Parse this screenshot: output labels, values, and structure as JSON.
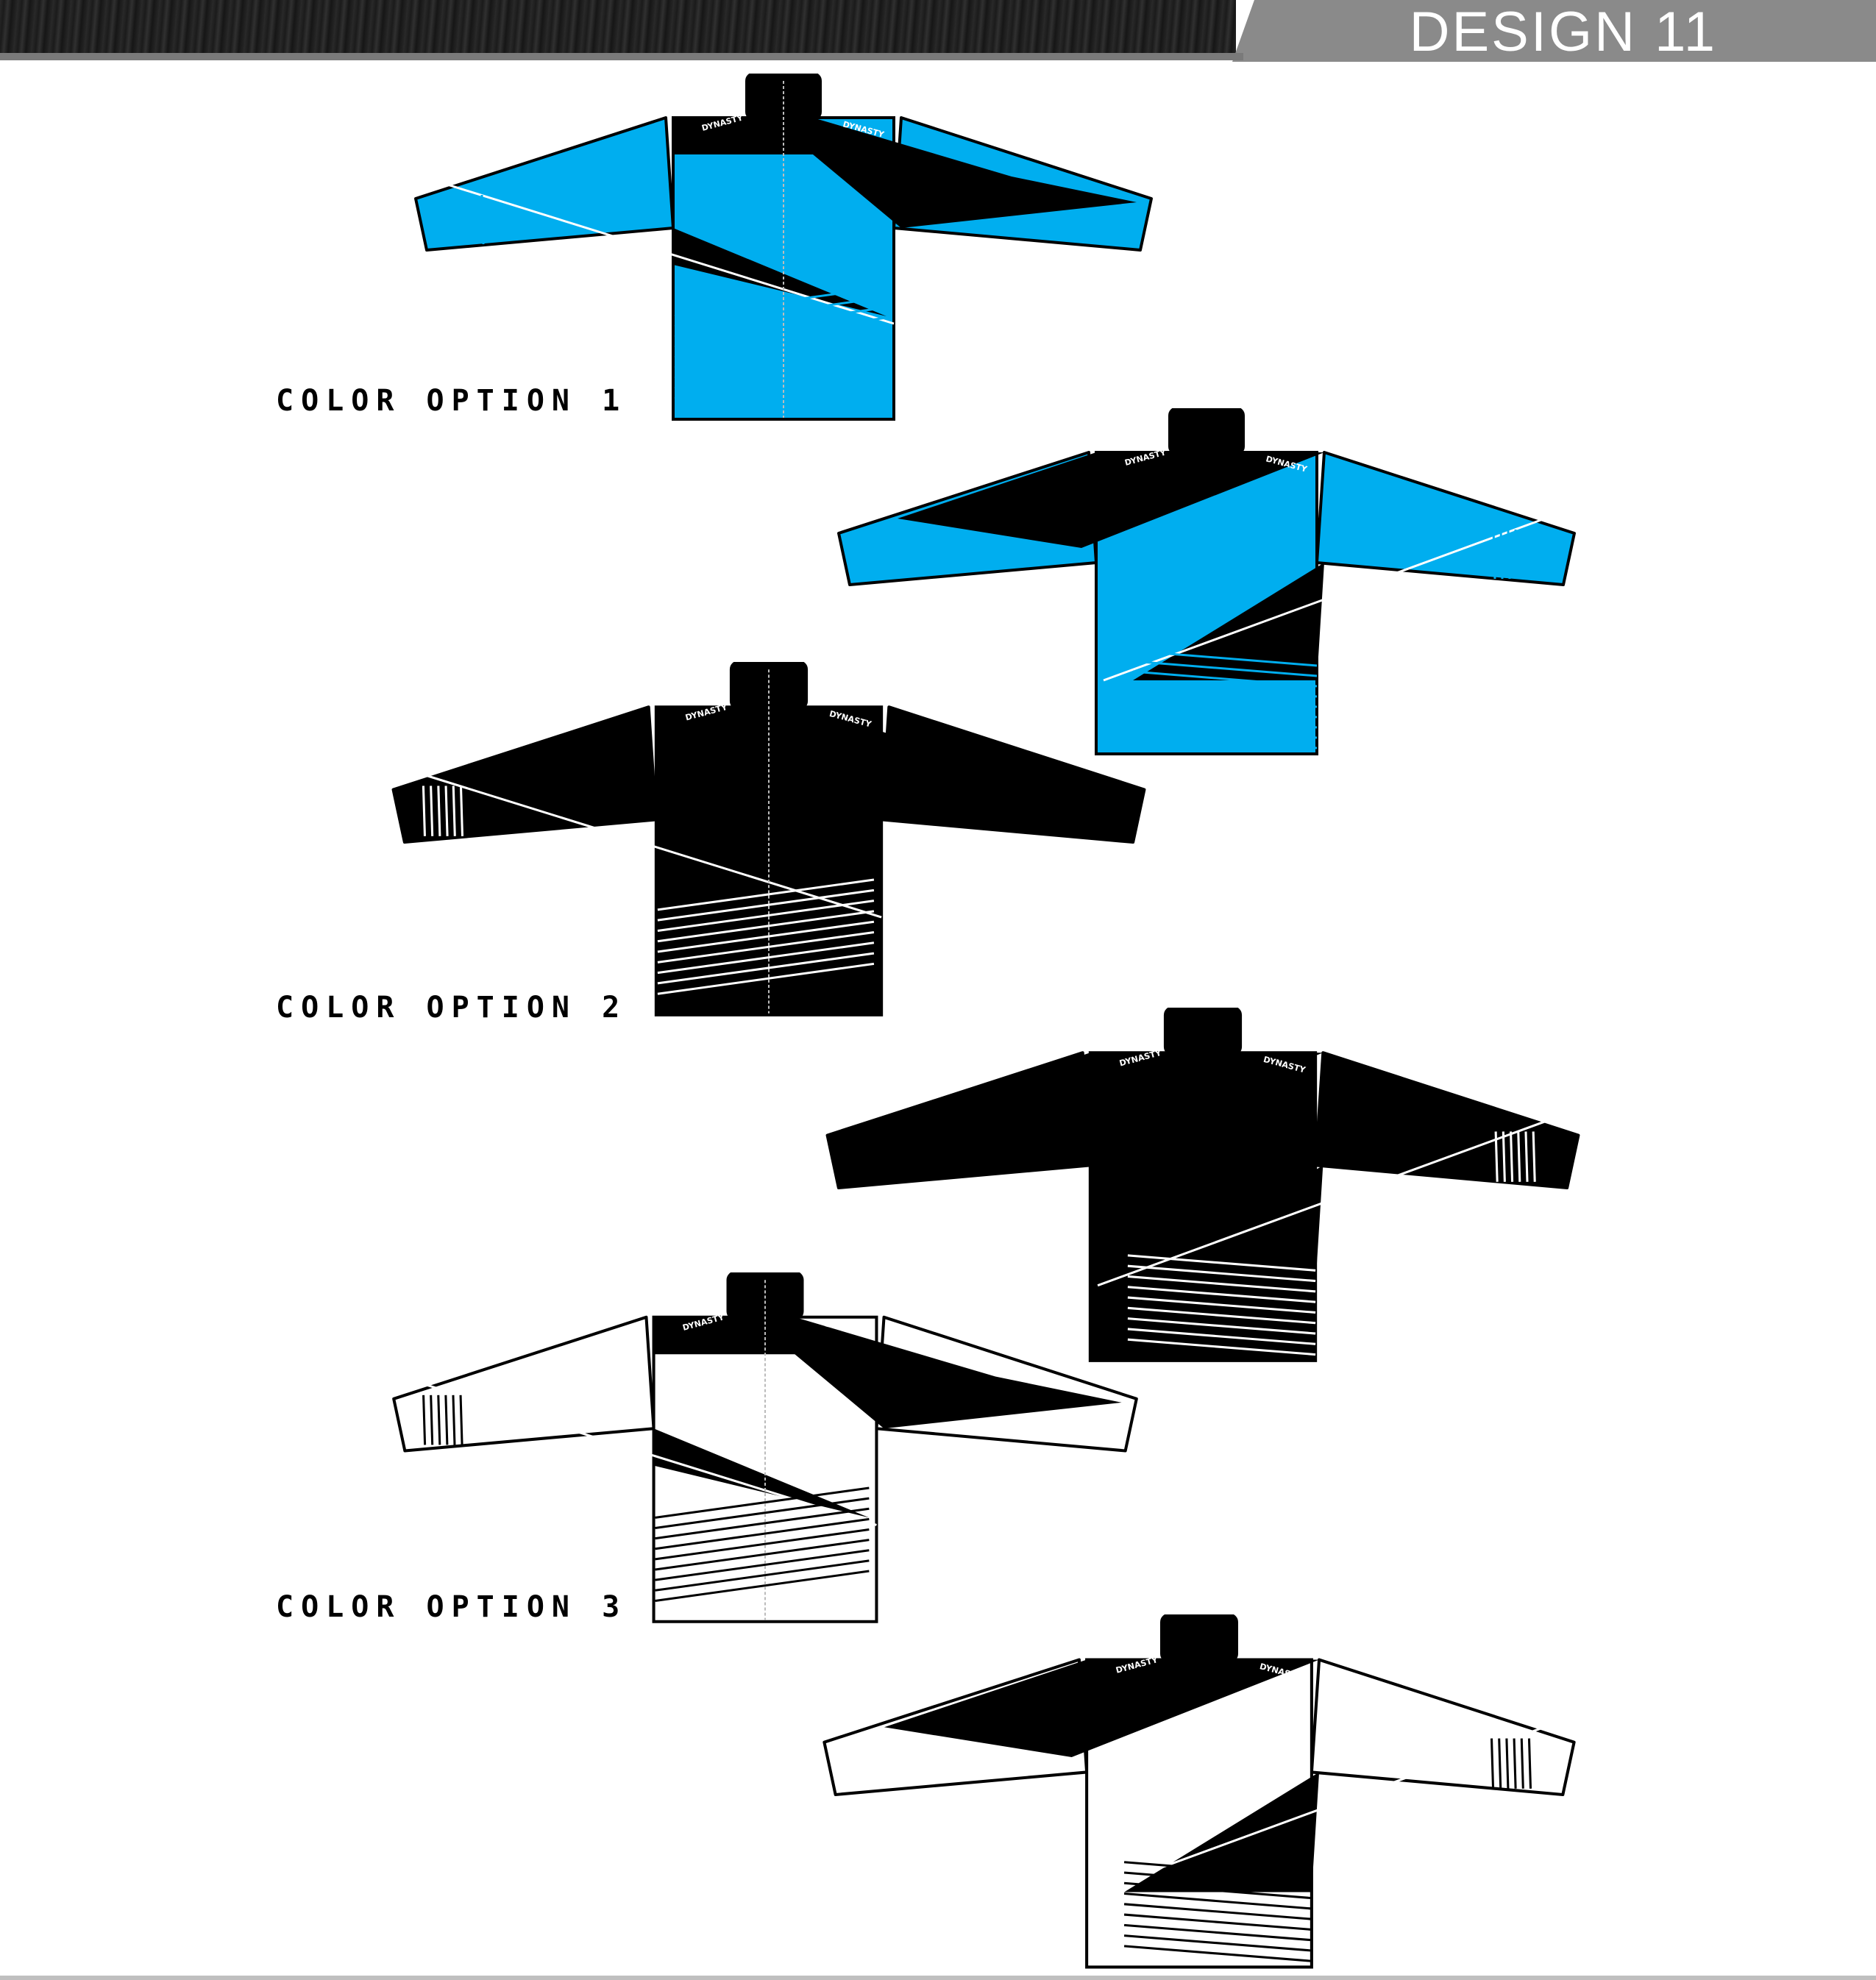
{
  "header": {
    "title": "DESIGN 11"
  },
  "brand_text": "DYNASTY",
  "colors": {
    "accent_blue": "#00aeef",
    "black": "#000000",
    "white": "#ffffff"
  },
  "options": [
    {
      "label": "COLOR OPTION 1",
      "body": "#00aeef",
      "panel": "#000000",
      "stripe": "#00aeef",
      "stripe_bg": "#ffffff",
      "sleeve_end": "#00aeef"
    },
    {
      "label": "COLOR OPTION 2",
      "body": "#000000",
      "panel": "#000000",
      "stripe": "#ffffff",
      "stripe_bg": "#000000",
      "sleeve_end": "#000000"
    },
    {
      "label": "COLOR OPTION 3",
      "body": "#ffffff",
      "panel": "#000000",
      "stripe": "#000000",
      "stripe_bg": "#ffffff",
      "sleeve_end": "#ffffff"
    }
  ]
}
